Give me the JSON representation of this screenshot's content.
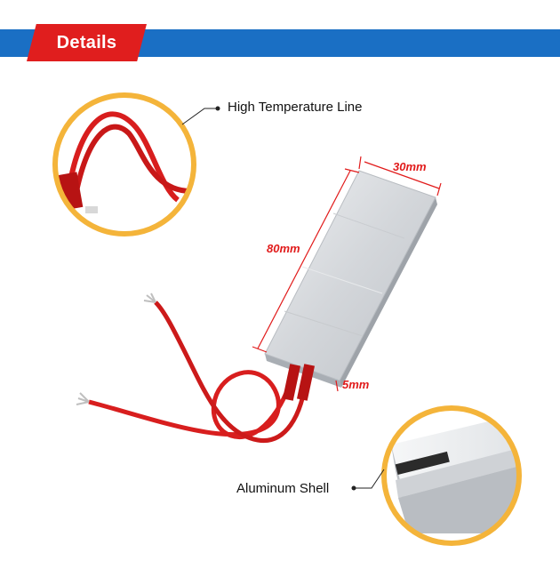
{
  "banner": {
    "title": "Details"
  },
  "callouts": {
    "high_temp_line": "High Temperature Line",
    "aluminum_shell": "Aluminum Shell"
  },
  "dimensions": {
    "width": "30mm",
    "length": "80mm",
    "thickness": "5mm"
  },
  "colors": {
    "banner_blue": "#1a6fc4",
    "label_red": "#e01e1e",
    "dimension_red": "#e11b1b",
    "ring_orange": "#f4b43a",
    "wire_red": "#d81e1e"
  }
}
